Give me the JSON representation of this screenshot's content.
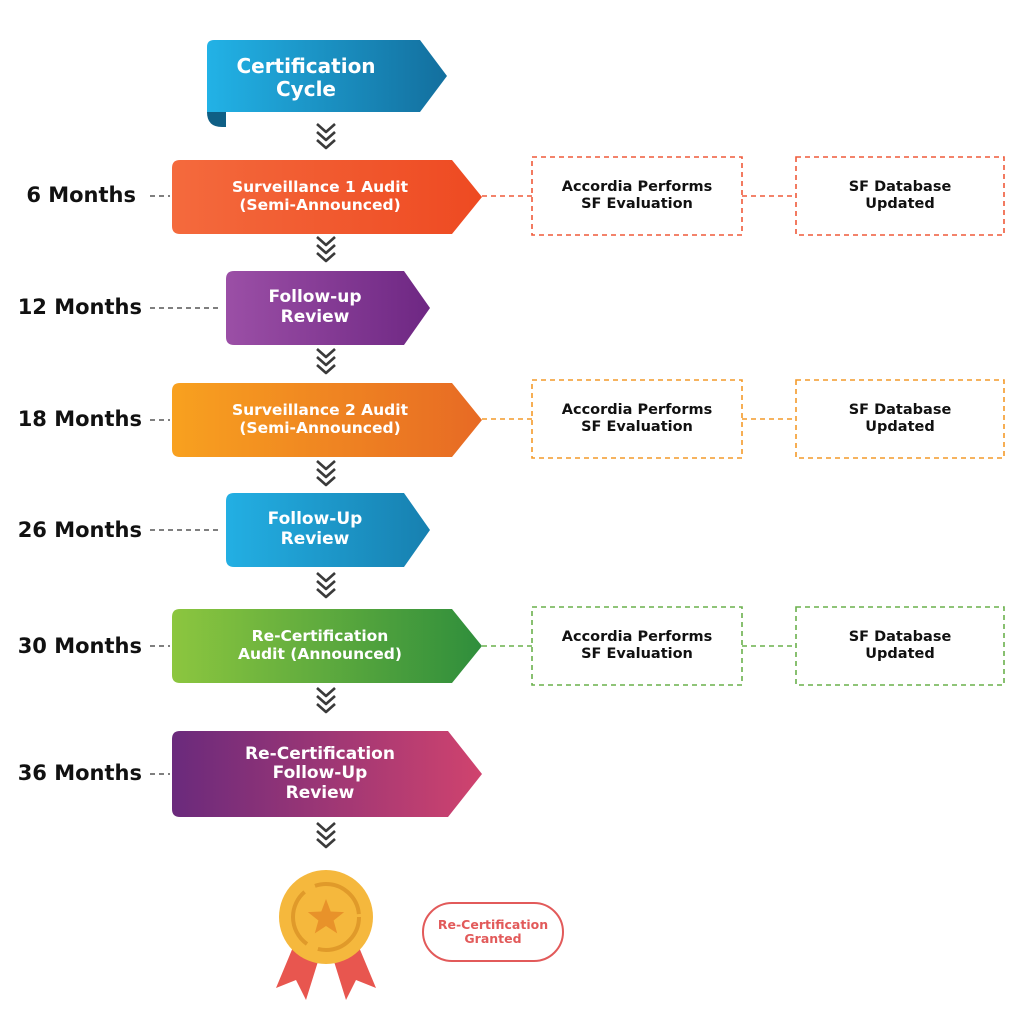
{
  "title": "Certification\nCycle",
  "stages": [
    {
      "month": "6 Months",
      "label": "Surveillance 1 Audit\n(Semi-Announced)",
      "color_start": "#f46a3d",
      "color_end": "#ee4a22",
      "side_boxes": [
        "Accordia Performs\nSF Evaluation",
        "SF Database\nUpdated"
      ],
      "box_color": "#ef5a3a"
    },
    {
      "month": "12 Months",
      "label": "Follow-up\nReview",
      "color_start": "#9b4fa6",
      "color_end": "#6e2783"
    },
    {
      "month": "18 Months",
      "label": "Surveillance 2 Audit\n(Semi-Announced)",
      "color_start": "#f8a11f",
      "color_end": "#e76a24",
      "side_boxes": [
        "Accordia Performs\nSF Evaluation",
        "SF Database\nUpdated"
      ],
      "box_color": "#f39a2a"
    },
    {
      "month": "26 Months",
      "label": "Follow-Up\nReview",
      "color_start": "#23afe3",
      "color_end": "#1780b0"
    },
    {
      "month": "30 Months",
      "label": "Re-Certification\nAudit (Announced)",
      "color_start": "#8cc63f",
      "color_end": "#2f8e3c",
      "side_boxes": [
        "Accordia Performs\nSF Evaluation",
        "SF Database\nUpdated"
      ],
      "box_color": "#6ab04c"
    },
    {
      "month": "36 Months",
      "label": "Re-Certification\nFollow-Up\nReview",
      "color_start": "#6a2a7c",
      "color_end": "#d0436e"
    }
  ],
  "granted": "Re-Certification\nGranted",
  "colors": {
    "title_start": "#22b2e6",
    "title_end": "#136f9e",
    "arrow": "#3a3a3a",
    "granted": "#e25a5a",
    "medal": "#f5b83d",
    "ribbon": "#e8564f"
  }
}
